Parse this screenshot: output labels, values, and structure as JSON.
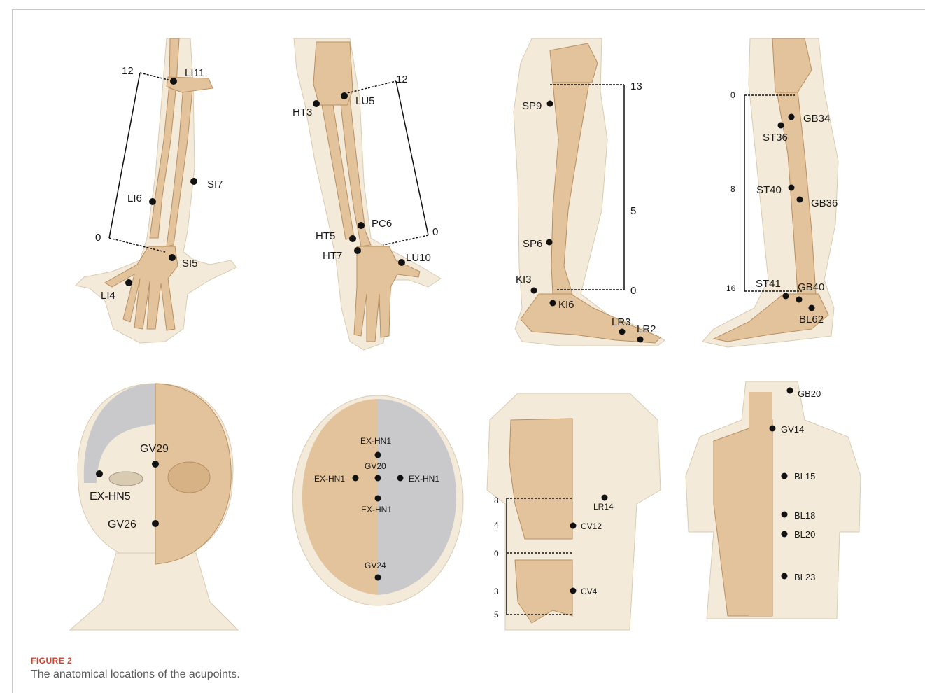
{
  "figure": {
    "label": "FIGURE 2",
    "caption": "The anatomical locations of the acupoints."
  },
  "colors": {
    "skin": "#f3ead9",
    "bone": "#e2c39b",
    "bone_dark": "#b88f62",
    "grey": "#c9c9cc",
    "point": "#111111"
  },
  "panels": {
    "arm_back": {
      "points": [
        "LI11",
        "SI7",
        "LI6",
        "SI5",
        "LI4"
      ],
      "scale": [
        "12",
        "0"
      ]
    },
    "arm_front": {
      "points": [
        "HT3",
        "LU5",
        "PC6",
        "HT5",
        "HT7",
        "LU10"
      ],
      "scale": [
        "12",
        "0"
      ]
    },
    "leg_medial": {
      "points": [
        "SP9",
        "SP6",
        "KI3",
        "KI6",
        "LR3",
        "LR2"
      ],
      "scale": [
        "13",
        "5",
        "0"
      ]
    },
    "leg_lateral": {
      "points": [
        "GB34",
        "ST36",
        "ST40",
        "GB36",
        "ST41",
        "GB40",
        "BL62"
      ],
      "scale": [
        "0",
        "8",
        "16"
      ]
    },
    "face": {
      "points": [
        "GV29",
        "EX-HN5",
        "GV26"
      ]
    },
    "head_top": {
      "points": [
        "EX-HN1",
        "GV20",
        "EX-HN1",
        "EX-HN1",
        "EX-HN1",
        "GV24"
      ]
    },
    "torso_front": {
      "points": [
        "LR14",
        "CV12",
        "CV4"
      ],
      "scale": [
        "8",
        "4",
        "0",
        "3",
        "5"
      ]
    },
    "torso_back": {
      "points": [
        "GB20",
        "GV14",
        "BL15",
        "BL18",
        "BL20",
        "BL23"
      ]
    }
  }
}
